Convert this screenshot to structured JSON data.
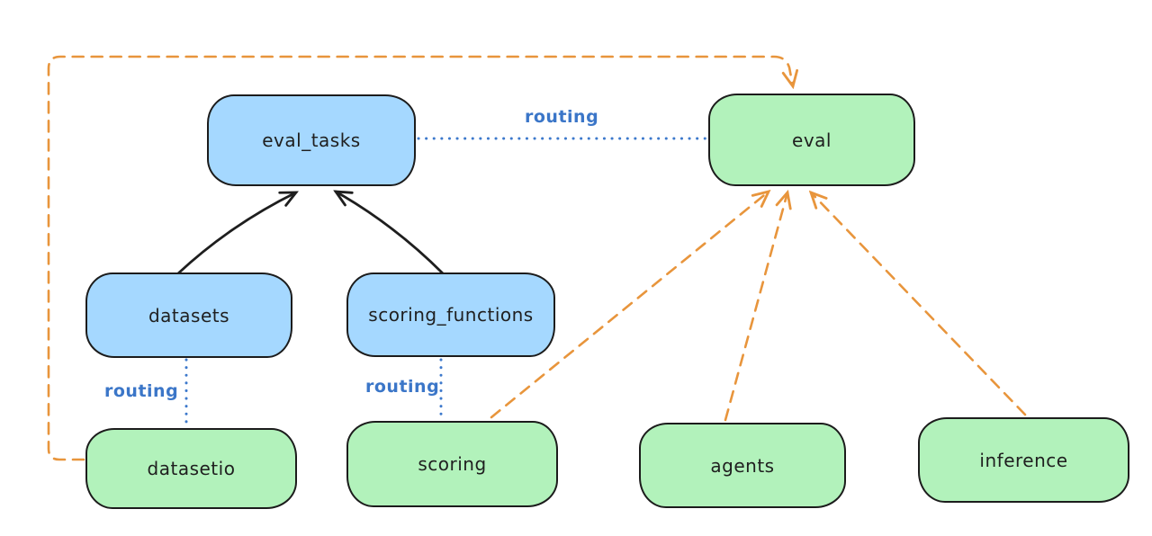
{
  "diagram_title": "",
  "nodes": {
    "eval_tasks": {
      "label": "eval_tasks",
      "kind": "registry"
    },
    "eval": {
      "label": "eval",
      "kind": "provider"
    },
    "datasets": {
      "label": "datasets",
      "kind": "registry"
    },
    "scoring_functions": {
      "label": "scoring_functions",
      "kind": "registry"
    },
    "datasetio": {
      "label": "datasetio",
      "kind": "provider"
    },
    "scoring": {
      "label": "scoring",
      "kind": "provider"
    },
    "agents": {
      "label": "agents",
      "kind": "provider"
    },
    "inference": {
      "label": "inference",
      "kind": "provider"
    }
  },
  "edges": [
    {
      "from": "datasets",
      "to": "eval_tasks",
      "style": "solid",
      "color": "black"
    },
    {
      "from": "scoring_functions",
      "to": "eval_tasks",
      "style": "solid",
      "color": "black"
    },
    {
      "from": "eval_tasks",
      "to": "eval",
      "style": "dotted",
      "color": "blue",
      "label": "routing"
    },
    {
      "from": "datasets",
      "to": "datasetio",
      "style": "dotted",
      "color": "blue",
      "label": "routing"
    },
    {
      "from": "scoring_functions",
      "to": "scoring",
      "style": "dotted",
      "color": "blue",
      "label": "routing"
    },
    {
      "from": "datasetio",
      "to": "eval",
      "style": "dashed",
      "color": "orange"
    },
    {
      "from": "scoring",
      "to": "eval",
      "style": "dashed",
      "color": "orange"
    },
    {
      "from": "agents",
      "to": "eval",
      "style": "dashed",
      "color": "orange"
    },
    {
      "from": "inference",
      "to": "eval",
      "style": "dashed",
      "color": "orange"
    }
  ],
  "colors": {
    "registry_fill": "#a5d8ff",
    "provider_fill": "#b2f2bb",
    "node_stroke": "#1c1c1c",
    "solid_edge": "#1e1e1e",
    "routing_edge": "#3d79cc",
    "routing_label": "#3b76c8",
    "dependency_edge": "#e8953c",
    "background": "#ffffff"
  }
}
